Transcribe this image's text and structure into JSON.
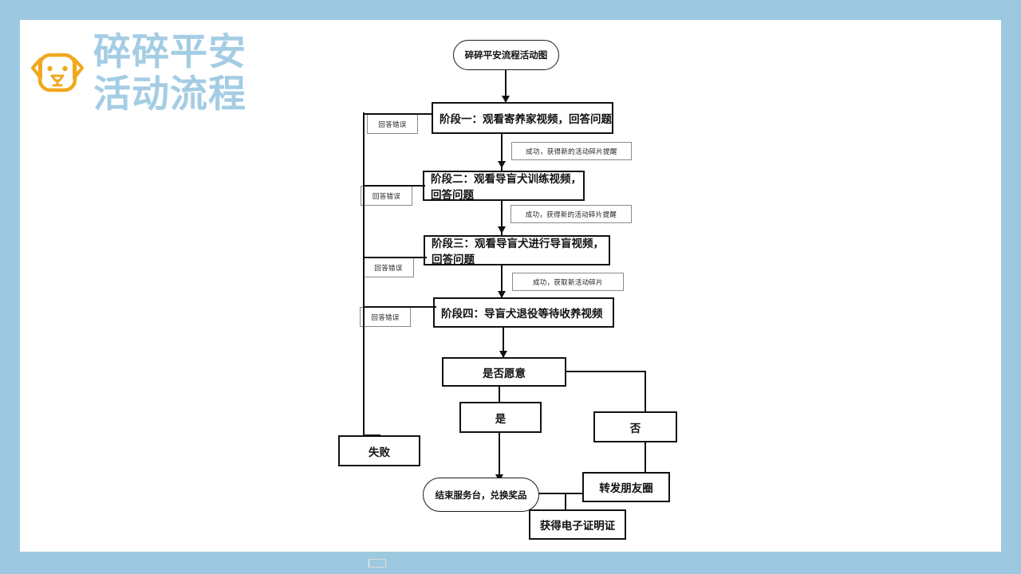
{
  "slide": {
    "background_color": "#9CC9DF",
    "canvas_color": "#ffffff",
    "brand_color": "#A4CDE4",
    "logo_color": "#F0A81E",
    "heading_line1": "碎碎平安",
    "heading_line2": "活动流程",
    "logo_icon": "dog-face-icon"
  },
  "chart_data": {
    "type": "flowchart",
    "title": "碎碎平安流程活动图",
    "nodes": {
      "start": "碎碎平安流程活动图",
      "stage1": "阶段一：观看寄养家视频，回答问题",
      "stage2": "阶段二：观看导盲犬训练视频，回答问题",
      "stage3": "阶段三：观看导盲犬进行导盲视频，回答问题",
      "stage4": "阶段四：导盲犬退役等待收养视频",
      "decision": "是否愿意",
      "yes": "是",
      "no": "否",
      "fail": "失败",
      "finish": "结束服务台，兑换奖品",
      "share": "转发朋友圈",
      "certificate": "获得电子证明证"
    },
    "edge_labels": {
      "wrong1": "回答错误",
      "wrong2": "回答错误",
      "wrong3": "回答错误",
      "wrong4": "回答错误",
      "success1": "成功，获得新的活动碎片提醒",
      "success2": "成功，获得新的活动碎片提醒",
      "success3": "成功，获取新活动碎片"
    }
  }
}
